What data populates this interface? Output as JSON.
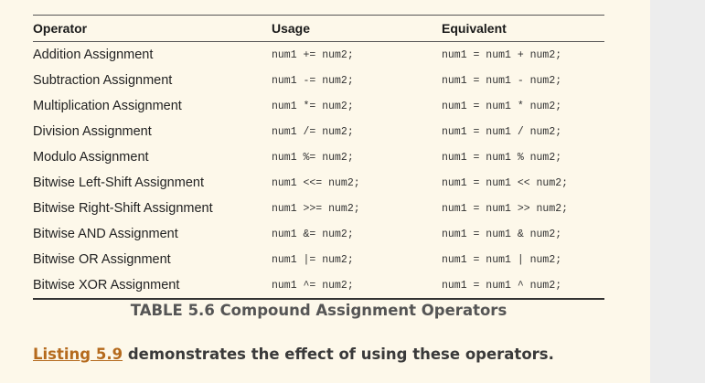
{
  "table": {
    "headers": [
      "Operator",
      "Usage",
      "Equivalent"
    ],
    "rows": [
      {
        "operator": "Addition Assignment",
        "usage": "num1 += num2;",
        "equivalent": "num1 = num1 + num2;"
      },
      {
        "operator": "Subtraction Assignment",
        "usage": "num1 -= num2;",
        "equivalent": "num1 = num1 - num2;"
      },
      {
        "operator": "Multiplication Assignment",
        "usage": "num1 *= num2;",
        "equivalent": "num1 = num1 * num2;"
      },
      {
        "operator": "Division Assignment",
        "usage": "num1 /= num2;",
        "equivalent": "num1 = num1 / num2;"
      },
      {
        "operator": "Modulo Assignment",
        "usage": "num1 %= num2;",
        "equivalent": "num1 = num1 % num2;"
      },
      {
        "operator": "Bitwise Left-Shift Assignment",
        "usage": "num1 <<= num2;",
        "equivalent": "num1 = num1 << num2;"
      },
      {
        "operator": "Bitwise Right-Shift Assignment",
        "usage": "num1 >>= num2;",
        "equivalent": "num1 = num1 >> num2;"
      },
      {
        "operator": "Bitwise AND Assignment",
        "usage": "num1 &= num2;",
        "equivalent": "num1 = num1 & num2;"
      },
      {
        "operator": "Bitwise OR Assignment",
        "usage": "num1 |= num2;",
        "equivalent": "num1 = num1 | num2;"
      },
      {
        "operator": "Bitwise XOR Assignment",
        "usage": "num1 ^= num2;",
        "equivalent": "num1 = num1 ^ num2;"
      }
    ]
  },
  "caption": {
    "label": "TABLE 5.6",
    "title": "Compound Assignment Operators"
  },
  "paragraph": {
    "link_text": "Listing 5.9",
    "rest": " demonstrates the effect of using these operators."
  },
  "colors": {
    "page_background": "#fdf8ea",
    "link": "#b56a1d",
    "right_band": "#ededed"
  }
}
